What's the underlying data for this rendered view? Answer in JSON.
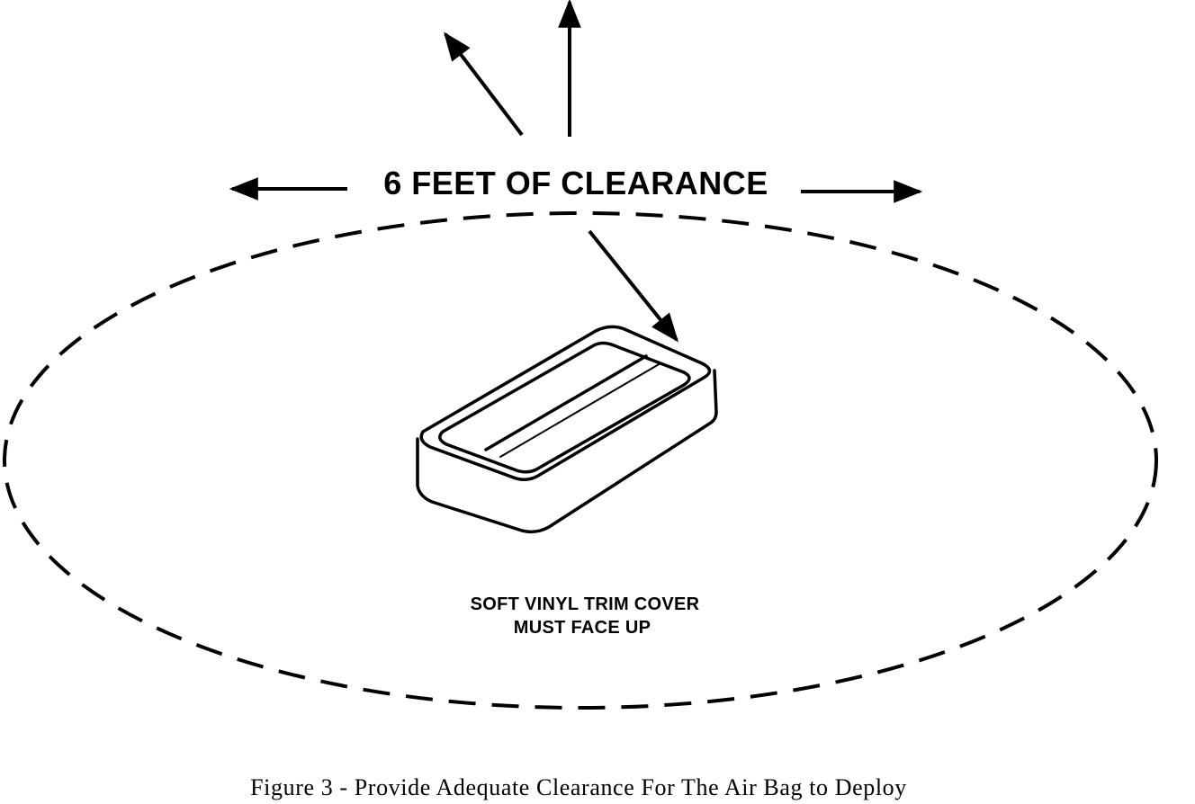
{
  "diagram": {
    "clearance_label": "6 FEET OF CLEARANCE",
    "note_line1": "SOFT VINYL TRIM COVER",
    "note_line2": "MUST FACE UP",
    "caption": "Figure 3 - Provide Adequate Clearance For The Air Bag to Deploy",
    "colors": {
      "ink": "#000000",
      "paper": "#ffffff"
    }
  }
}
